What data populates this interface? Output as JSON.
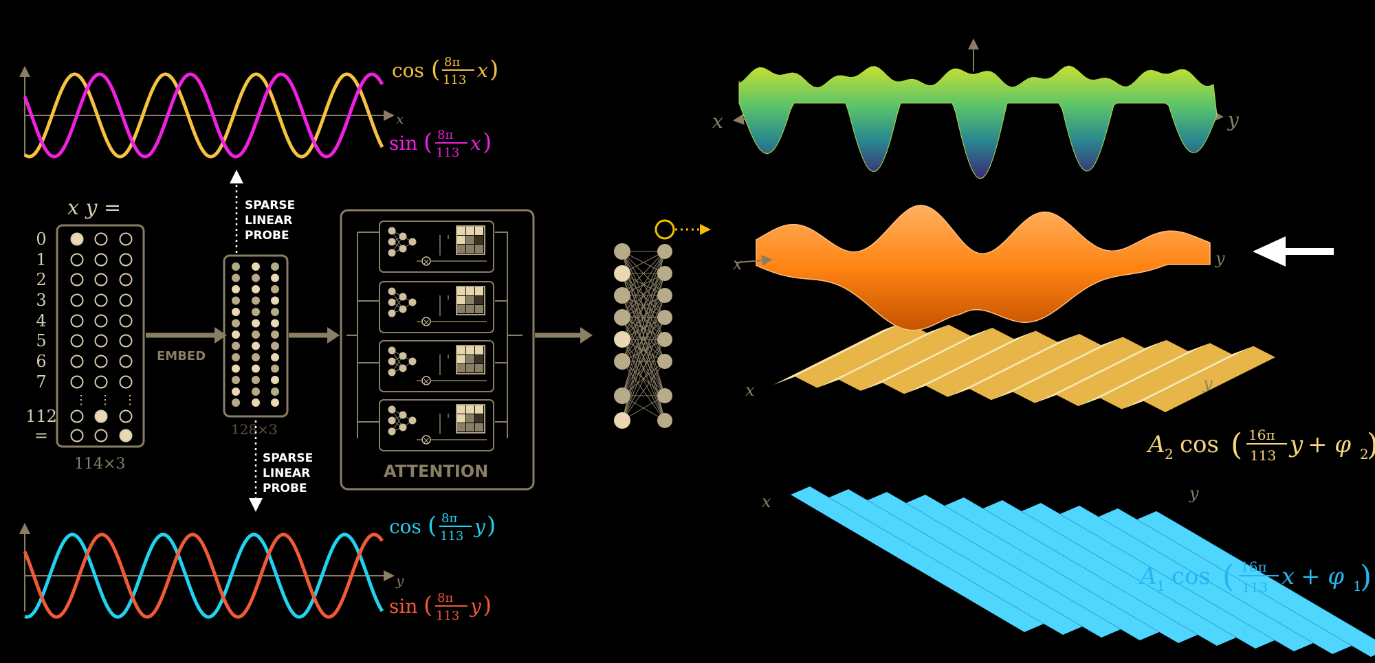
{
  "colors": {
    "background": "#000000",
    "frame": "#8a7f66",
    "node_fill": "#ead8b2",
    "cos_x": "#f6c242",
    "sin_x": "#f020e0",
    "cos_y": "#22d2f0",
    "sin_y": "#f05a36",
    "output_node": "#f6c000",
    "surface_top": "#9ad23a",
    "surface_mid": "#ff8c1a",
    "surface_yellow": "#f8d77a",
    "surface_cyan": "#27c8f2"
  },
  "top_wave": {
    "axis": "x",
    "cos_label": {
      "func": "cos",
      "num": "8π",
      "den": "113",
      "var": "x"
    },
    "sin_label": {
      "func": "sin",
      "num": "8π",
      "den": "113",
      "var": "x"
    }
  },
  "bottom_wave": {
    "axis": "y",
    "cos_label": {
      "func": "cos",
      "num": "8π",
      "den": "113",
      "var": "y"
    },
    "sin_label": {
      "func": "sin",
      "num": "8π",
      "den": "113",
      "var": "y"
    }
  },
  "input": {
    "header": "x y =",
    "row_labels": [
      "0",
      "1",
      "2",
      "3",
      "4",
      "5",
      "6",
      "7",
      "112",
      "="
    ],
    "dims": "114×3"
  },
  "embed_label": "EMBED",
  "hidden": {
    "dims": "128×3"
  },
  "probe_top": [
    "SPARSE",
    "LINEAR",
    "PROBE"
  ],
  "probe_bottom": [
    "SPARSE",
    "LINEAR",
    "PROBE"
  ],
  "attention_label": "ATTENTION",
  "surfaces": {
    "top": {
      "x": "x",
      "y": "y"
    },
    "mid": {
      "x": "x",
      "y": "y"
    },
    "yellow": {
      "x": "x",
      "y": "y"
    },
    "cyan": {
      "x": "x",
      "y": "y"
    }
  },
  "eq_a2": {
    "coef": "A",
    "sub": "2",
    "func": "cos",
    "num": "16π",
    "den": "113",
    "var": "y",
    "phase": "+ φ",
    "phase_sub": "2"
  },
  "eq_a1": {
    "coef": "A",
    "sub": "1",
    "func": "cos",
    "num": "16π",
    "den": "113",
    "var": "x",
    "phase": "+ φ",
    "phase_sub": "1"
  }
}
